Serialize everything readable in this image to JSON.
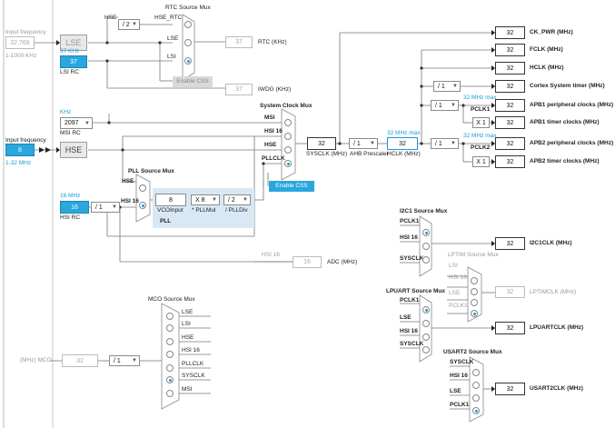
{
  "input_freq_lse": {
    "label": "Input frequency",
    "value": "32.768",
    "range": "1-1000 KHz"
  },
  "lse": {
    "label": "LSE"
  },
  "lsi": {
    "freq": "37 KHz",
    "value": "37",
    "label": "LSI RC"
  },
  "input_freq_hse": {
    "label": "Input frequency",
    "value": "8",
    "range": "1-32 MHz"
  },
  "hse": {
    "label": "HSE"
  },
  "msi": {
    "unit": "KHz",
    "value": "2097",
    "label": "MSI RC"
  },
  "hsi": {
    "freq": "16 MHz",
    "value": "16",
    "label": "HSI RC",
    "div": "/ 1"
  },
  "rtc": {
    "title": "RTC Source Mux",
    "hse": "HSE",
    "div": "/ 2",
    "hse_rtc": "HSE_RTC",
    "lse": "LSE",
    "lsi": "LSI",
    "out": "37",
    "out_label": "RTC (KHz)"
  },
  "iwdg": {
    "out": "37",
    "label": "IWDG (KHz)"
  },
  "enable_css1": "Enable CSS",
  "sysclk_mux": {
    "title": "System Clock Mux",
    "msi": "MSI",
    "hsi16": "HSI 16",
    "hse": "HSE",
    "pllclk": "PLLCLK"
  },
  "sysclk": {
    "value": "32",
    "label": "SYSCLK (MHz)"
  },
  "enable_css2": "Enable CSS",
  "ahb": {
    "value": "/ 1",
    "label": "AHB Prescaler"
  },
  "hclk": {
    "max": "32 MHz max",
    "value": "32",
    "label": "HCLK (MHz)"
  },
  "pll_mux": {
    "title": "PLL Source Mux",
    "hse": "HSE",
    "hsi16": "HSI 16"
  },
  "pll": {
    "vco": "8",
    "vco_label": "VCOInput",
    "mul": "X 8",
    "mul_label": "* PLLMul",
    "div": "/ 2",
    "div_label": "/ PLLDiv",
    "label": "PLL"
  },
  "adc": {
    "hsi": "HSI 16",
    "value": "16",
    "label": "ADC (MHz)"
  },
  "outputs": {
    "ck_pwr": {
      "value": "32",
      "label": "CK_PWR (MHz)"
    },
    "fclk": {
      "value": "32",
      "label": "FCLK (MHz)"
    },
    "hclk": {
      "value": "32",
      "label": "HCLK (MHz)"
    },
    "systick": {
      "div": "/ 1",
      "value": "32",
      "label": "Cortex System timer (MHz)"
    },
    "apb1": {
      "max": "32 MHz max",
      "div": "/ 1",
      "pclk": "PCLK1",
      "value": "32",
      "label": "APB1 peripheral clocks (MHz)",
      "mult": "X 1",
      "timer": "32",
      "timer_label": "APB1 timer clocks (MHz)"
    },
    "apb2": {
      "max": "32 MHz max",
      "div": "/ 1",
      "pclk": "PCLK2",
      "value": "32",
      "label": "APB2 peripheral clocks (MHz)",
      "mult": "X 1",
      "timer": "32",
      "timer_label": "APB2 timer clocks (MHz)"
    }
  },
  "i2c1": {
    "title": "I2C1 Source Mux",
    "pclk": "PCLK1",
    "hsi": "HSI 16",
    "sysclk": "SYSCLK",
    "value": "32",
    "label": "I2C1CLK (MHz)"
  },
  "lptim": {
    "title": "LPTIM Source Mux",
    "lsi": "LSI",
    "hsi": "HSI 16",
    "lse": "LSE",
    "pclk": "PCLK1",
    "value": "32",
    "label": "LPTIMCLK (MHz)"
  },
  "lpuart": {
    "title": "LPUART Source Mux",
    "pclk": "PCLK1",
    "lse": "LSE",
    "hsi": "HSI 16",
    "sysclk": "SYSCLK",
    "value": "32",
    "label": "LPUARTCLK (MHz)"
  },
  "usart2": {
    "title": "USART2 Source Mux",
    "sysclk": "SYSCLK",
    "hsi": "HSI 16",
    "lse": "LSE",
    "pclk": "PCLK1",
    "value": "32",
    "label": "USART2CLK (MHz)"
  },
  "mco": {
    "title": "MCO Source Mux",
    "lse": "LSE",
    "lsi": "LSI",
    "hse": "HSE",
    "hsi": "HSI 16",
    "pllclk": "PLLCLK",
    "sysclk": "SYSCLK",
    "msi": "MSI",
    "div": "/ 1",
    "value": "32",
    "label": "(MHz) MCO"
  }
}
